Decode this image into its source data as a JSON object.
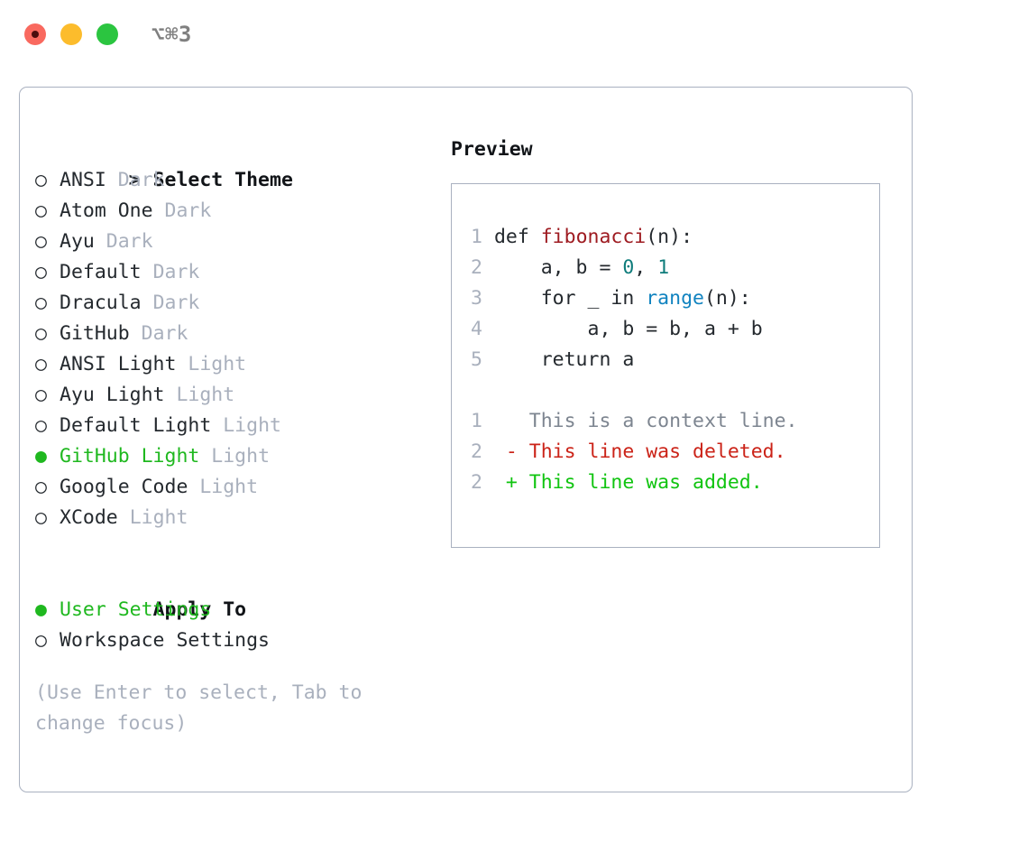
{
  "titlebar": {
    "shortcut": "⌥⌘3",
    "buttons": {
      "close": "close",
      "minimize": "minimize",
      "maximize": "maximize"
    }
  },
  "theme_picker": {
    "header_marker": ">",
    "header": "Select Theme",
    "unselected_marker": "○",
    "selected_marker": "●",
    "items": [
      {
        "name": "ANSI",
        "category": "Dark",
        "selected": false
      },
      {
        "name": "Atom One",
        "category": "Dark",
        "selected": false
      },
      {
        "name": "Ayu",
        "category": "Dark",
        "selected": false
      },
      {
        "name": "Default",
        "category": "Dark",
        "selected": false
      },
      {
        "name": "Dracula",
        "category": "Dark",
        "selected": false
      },
      {
        "name": "GitHub",
        "category": "Dark",
        "selected": false
      },
      {
        "name": "ANSI Light",
        "category": "Light",
        "selected": false
      },
      {
        "name": "Ayu Light",
        "category": "Light",
        "selected": false
      },
      {
        "name": "Default Light",
        "category": "Light",
        "selected": false
      },
      {
        "name": "GitHub Light",
        "category": "Light",
        "selected": true
      },
      {
        "name": "Google Code",
        "category": "Light",
        "selected": false
      },
      {
        "name": "XCode",
        "category": "Light",
        "selected": false
      }
    ]
  },
  "apply_to": {
    "header": "Apply To",
    "options": [
      {
        "label": "User Settings",
        "selected": true
      },
      {
        "label": "Workspace Settings",
        "selected": false
      }
    ]
  },
  "hint": "(Use Enter to select, Tab to change focus)",
  "preview": {
    "title": "Preview",
    "code_lines": [
      {
        "no": "1",
        "tokens": [
          {
            "t": "def ",
            "c": "kw"
          },
          {
            "t": "fibonacci",
            "c": "fn"
          },
          {
            "t": "(n):",
            "c": "plain"
          }
        ]
      },
      {
        "no": "2",
        "tokens": [
          {
            "t": "    a, b = ",
            "c": "plain"
          },
          {
            "t": "0",
            "c": "num"
          },
          {
            "t": ", ",
            "c": "plain"
          },
          {
            "t": "1",
            "c": "num"
          }
        ]
      },
      {
        "no": "3",
        "tokens": [
          {
            "t": "    for _ in ",
            "c": "kw"
          },
          {
            "t": "range",
            "c": "builtin"
          },
          {
            "t": "(n):",
            "c": "plain"
          }
        ]
      },
      {
        "no": "4",
        "tokens": [
          {
            "t": "        a, b = b, a + b",
            "c": "plain"
          }
        ]
      },
      {
        "no": "5",
        "tokens": [
          {
            "t": "    return a",
            "c": "kw"
          }
        ]
      }
    ],
    "diff_lines": [
      {
        "no": "1",
        "sign": " ",
        "text": " This is a context line.",
        "kind": "diff-ctx"
      },
      {
        "no": "2",
        "sign": "-",
        "text": " This line was deleted.",
        "kind": "diff-del"
      },
      {
        "no": "2",
        "sign": "+",
        "text": " This line was added.",
        "kind": "diff-add"
      }
    ]
  },
  "colors": {
    "selected_green": "#1fb81f",
    "muted_gray": "#a9b0bd",
    "border": "#a9b1c0",
    "diff_add": "#10c410",
    "diff_del": "#cb2318",
    "function_red": "#9e1b21",
    "number_teal": "#0e7c7b",
    "builtin_blue": "#1183c0",
    "traffic_red": "#f9695f",
    "traffic_yellow": "#fcbc2c",
    "traffic_green": "#2bc540"
  }
}
